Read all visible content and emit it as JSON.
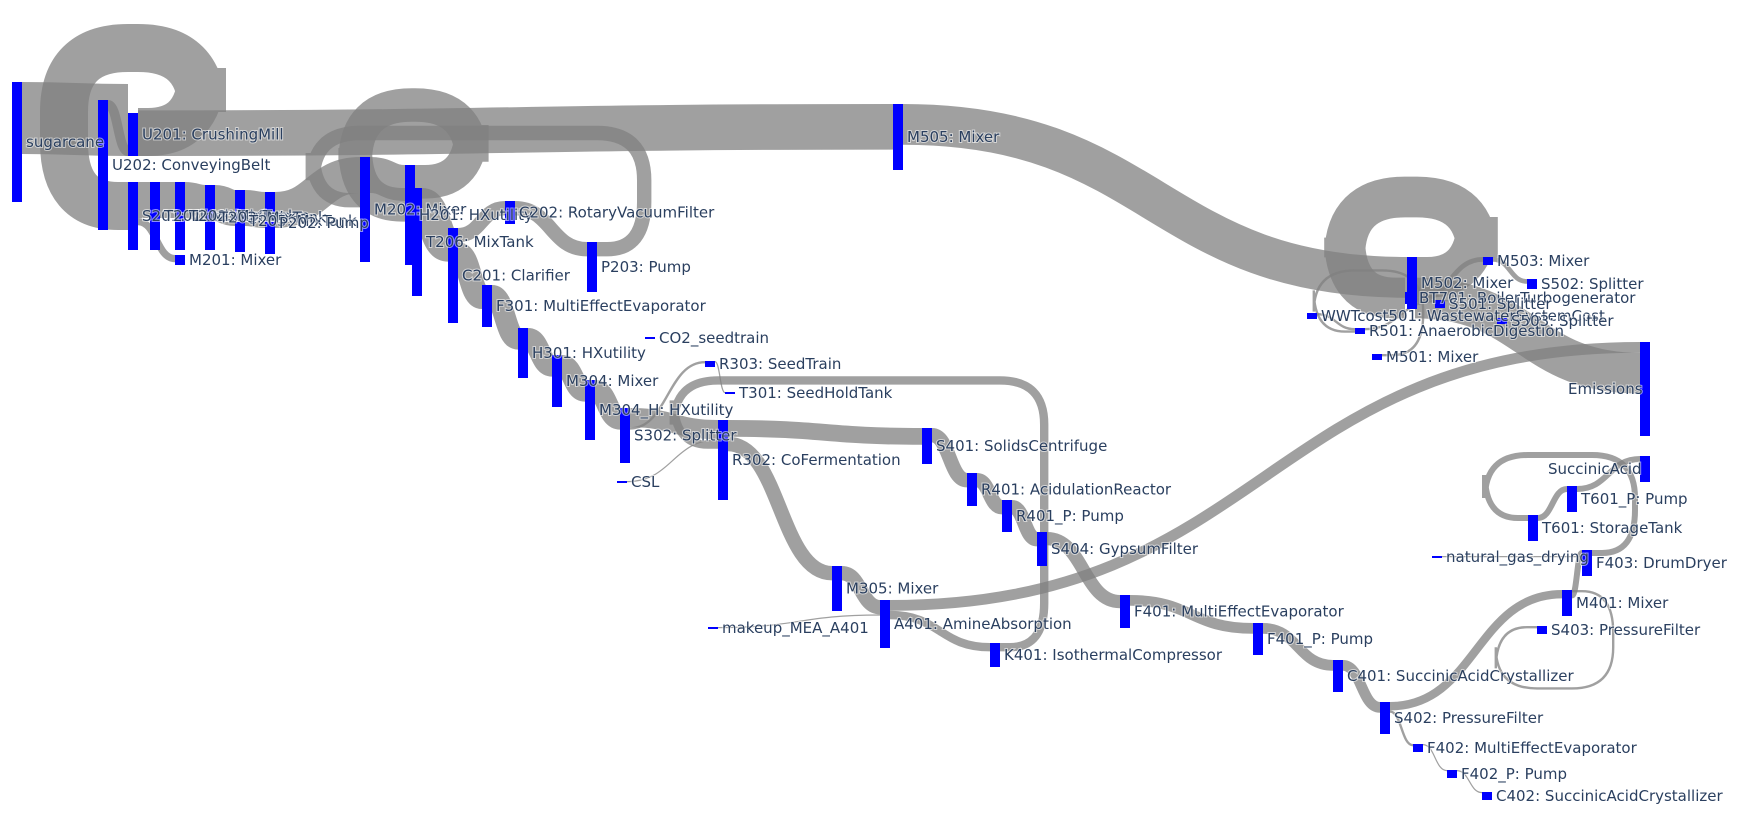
{
  "diagram": {
    "type": "sankey",
    "node_color": "#0000ff",
    "link_color": "#808080",
    "label_color": "#2a3f5f"
  },
  "nodes": [
    {
      "id": "sugarcane",
      "label": "sugarcane"
    },
    {
      "id": "U202",
      "label": "U202: ConveyingBelt"
    },
    {
      "id": "U201",
      "label": "U201: CrushingMill"
    },
    {
      "id": "S201",
      "label": "S201: VibratingScreen"
    },
    {
      "id": "T201",
      "label": "T201: MixTank"
    },
    {
      "id": "T202",
      "label": "T202: MixTank"
    },
    {
      "id": "T203",
      "label": "T203: MixTank"
    },
    {
      "id": "T205",
      "label": "T205: MixTank"
    },
    {
      "id": "P202",
      "label": "P202: Pump"
    },
    {
      "id": "M201",
      "label": "M201: Mixer"
    },
    {
      "id": "M202",
      "label": "M202: Mixer"
    },
    {
      "id": "H201",
      "label": "H201: HXutility"
    },
    {
      "id": "T206",
      "label": "T206: MixTank"
    },
    {
      "id": "C202",
      "label": "C202: RotaryVacuumFilter"
    },
    {
      "id": "P203",
      "label": "P203: Pump"
    },
    {
      "id": "C201",
      "label": "C201: Clarifier"
    },
    {
      "id": "F301",
      "label": "F301: MultiEffectEvaporator"
    },
    {
      "id": "H301",
      "label": "H301: HXutility"
    },
    {
      "id": "M304",
      "label": "M304: Mixer"
    },
    {
      "id": "M304_H",
      "label": "M304_H: HXutility"
    },
    {
      "id": "S302",
      "label": "S302: Splitter"
    },
    {
      "id": "CO2_seedtrain",
      "label": "CO2_seedtrain"
    },
    {
      "id": "R303",
      "label": "R303: SeedTrain"
    },
    {
      "id": "T301",
      "label": "T301: SeedHoldTank"
    },
    {
      "id": "CSL",
      "label": "CSL"
    },
    {
      "id": "R302",
      "label": "R302: CoFermentation"
    },
    {
      "id": "M505",
      "label": "M505: Mixer"
    },
    {
      "id": "M305",
      "label": "M305: Mixer"
    },
    {
      "id": "makeup_MEA_A401",
      "label": "makeup_MEA_A401"
    },
    {
      "id": "A401",
      "label": "A401: AmineAbsorption"
    },
    {
      "id": "K401",
      "label": "K401: IsothermalCompressor"
    },
    {
      "id": "S401",
      "label": "S401: SolidsCentrifuge"
    },
    {
      "id": "R401",
      "label": "R401: AcidulationReactor"
    },
    {
      "id": "R401_P",
      "label": "R401_P: Pump"
    },
    {
      "id": "S404",
      "label": "S404: GypsumFilter"
    },
    {
      "id": "F401",
      "label": "F401: MultiEffectEvaporator"
    },
    {
      "id": "F401_P",
      "label": "F401_P: Pump"
    },
    {
      "id": "C401",
      "label": "C401: SuccinicAcidCrystallizer"
    },
    {
      "id": "S402",
      "label": "S402: PressureFilter"
    },
    {
      "id": "F402",
      "label": "F402: MultiEffectEvaporator"
    },
    {
      "id": "F402_P",
      "label": "F402_P: Pump"
    },
    {
      "id": "C402",
      "label": "C402: SuccinicAcidCrystallizer"
    },
    {
      "id": "WWTcost501",
      "label": "WWTcost501: WastewaterSystemCost"
    },
    {
      "id": "R501",
      "label": "R501: AnaerobicDigestion"
    },
    {
      "id": "M501",
      "label": "M501: Mixer"
    },
    {
      "id": "M502",
      "label": "M502: Mixer"
    },
    {
      "id": "M503",
      "label": "M503: Mixer"
    },
    {
      "id": "S502",
      "label": "S502: Splitter"
    },
    {
      "id": "BT701",
      "label": "BT701: BoilerTurbogenerator"
    },
    {
      "id": "S501",
      "label": "S501: Splitter"
    },
    {
      "id": "S503",
      "label": "S503: Splitter"
    },
    {
      "id": "Emissions",
      "label": "Emissions"
    },
    {
      "id": "SuccinicAcid",
      "label": "SuccinicAcid"
    },
    {
      "id": "T601_P",
      "label": "T601_P: Pump"
    },
    {
      "id": "T601",
      "label": "T601: StorageTank"
    },
    {
      "id": "natural_gas_drying",
      "label": "natural_gas_drying"
    },
    {
      "id": "F403",
      "label": "F403: DrumDryer"
    },
    {
      "id": "M401",
      "label": "M401: Mixer"
    },
    {
      "id": "S403",
      "label": "S403: PressureFilter"
    }
  ],
  "links": [
    {
      "source": "sugarcane",
      "target": "U201",
      "value": 60
    },
    {
      "source": "U201",
      "target": "M505",
      "value": 38
    },
    {
      "source": "U201",
      "target": "S201",
      "value": 40
    },
    {
      "source": "U202",
      "target": "U201",
      "value": 8
    },
    {
      "source": "S201",
      "target": "T201",
      "value": 30
    },
    {
      "source": "S201",
      "target": "M201",
      "value": 6
    },
    {
      "source": "T201",
      "target": "T202",
      "value": 30
    },
    {
      "source": "T202",
      "target": "T203",
      "value": 30
    },
    {
      "source": "T203",
      "target": "T205",
      "value": 30
    },
    {
      "source": "T205",
      "target": "P202",
      "value": 30
    },
    {
      "source": "P202",
      "target": "M202",
      "value": 30
    },
    {
      "source": "M202",
      "target": "H201",
      "value": 30
    },
    {
      "source": "H201",
      "target": "T206",
      "value": 28
    },
    {
      "source": "T206",
      "target": "C201",
      "value": 28
    },
    {
      "source": "C201",
      "target": "C202",
      "value": 12
    },
    {
      "source": "C202",
      "target": "P203",
      "value": 12
    },
    {
      "source": "P203",
      "target": "M202",
      "value": 12
    },
    {
      "source": "C201",
      "target": "F301",
      "value": 20
    },
    {
      "source": "F301",
      "target": "H301",
      "value": 18
    },
    {
      "source": "H301",
      "target": "M304",
      "value": 18
    },
    {
      "source": "M304",
      "target": "M304_H",
      "value": 18
    },
    {
      "source": "M304_H",
      "target": "S302",
      "value": 18
    },
    {
      "source": "S302",
      "target": "R302",
      "value": 16
    },
    {
      "source": "S302",
      "target": "R303",
      "value": 2
    },
    {
      "source": "R303",
      "target": "T301",
      "value": 1
    },
    {
      "source": "CSL",
      "target": "R302",
      "value": 1
    },
    {
      "source": "R302",
      "target": "S401",
      "value": 14
    },
    {
      "source": "R302",
      "target": "M305",
      "value": 12
    },
    {
      "source": "M305",
      "target": "A401",
      "value": 12
    },
    {
      "source": "makeup_MEA_A401",
      "target": "A401",
      "value": 1
    },
    {
      "source": "A401",
      "target": "Emissions",
      "value": 9
    },
    {
      "source": "A401",
      "target": "K401",
      "value": 7
    },
    {
      "source": "K401",
      "target": "R302",
      "value": 7
    },
    {
      "source": "M505",
      "target": "M502",
      "value": 34
    },
    {
      "source": "S401",
      "target": "R401",
      "value": 12
    },
    {
      "source": "R401",
      "target": "R401_P",
      "value": 12
    },
    {
      "source": "R401_P",
      "target": "S404",
      "value": 12
    },
    {
      "source": "S404",
      "target": "F401",
      "value": 11
    },
    {
      "source": "F401",
      "target": "F401_P",
      "value": 9
    },
    {
      "source": "F401_P",
      "target": "C401",
      "value": 9
    },
    {
      "source": "C401",
      "target": "S402",
      "value": 9
    },
    {
      "source": "S402",
      "target": "M401",
      "value": 7
    },
    {
      "source": "S402",
      "target": "F402",
      "value": 2
    },
    {
      "source": "F402",
      "target": "F402_P",
      "value": 1
    },
    {
      "source": "F402_P",
      "target": "C402",
      "value": 1
    },
    {
      "source": "M401",
      "target": "S403",
      "value": 2
    },
    {
      "source": "M401",
      "target": "F403",
      "value": 5
    },
    {
      "source": "natural_gas_drying",
      "target": "F403",
      "value": 1
    },
    {
      "source": "F403",
      "target": "T601",
      "value": 5
    },
    {
      "source": "T601",
      "target": "T601_P",
      "value": 5
    },
    {
      "source": "T601_P",
      "target": "SuccinicAcid",
      "value": 5
    },
    {
      "source": "M502",
      "target": "BT701",
      "value": 34
    },
    {
      "source": "M502",
      "target": "M503",
      "value": 4
    },
    {
      "source": "M503",
      "target": "S502",
      "value": 4
    },
    {
      "source": "BT701",
      "target": "Emissions",
      "value": 34
    },
    {
      "source": "WWTcost501",
      "target": "R501",
      "value": 2
    },
    {
      "source": "R501",
      "target": "S501",
      "value": 2
    },
    {
      "source": "S501",
      "target": "S503",
      "value": 1
    },
    {
      "source": "M501",
      "target": "R501",
      "value": 2
    }
  ]
}
